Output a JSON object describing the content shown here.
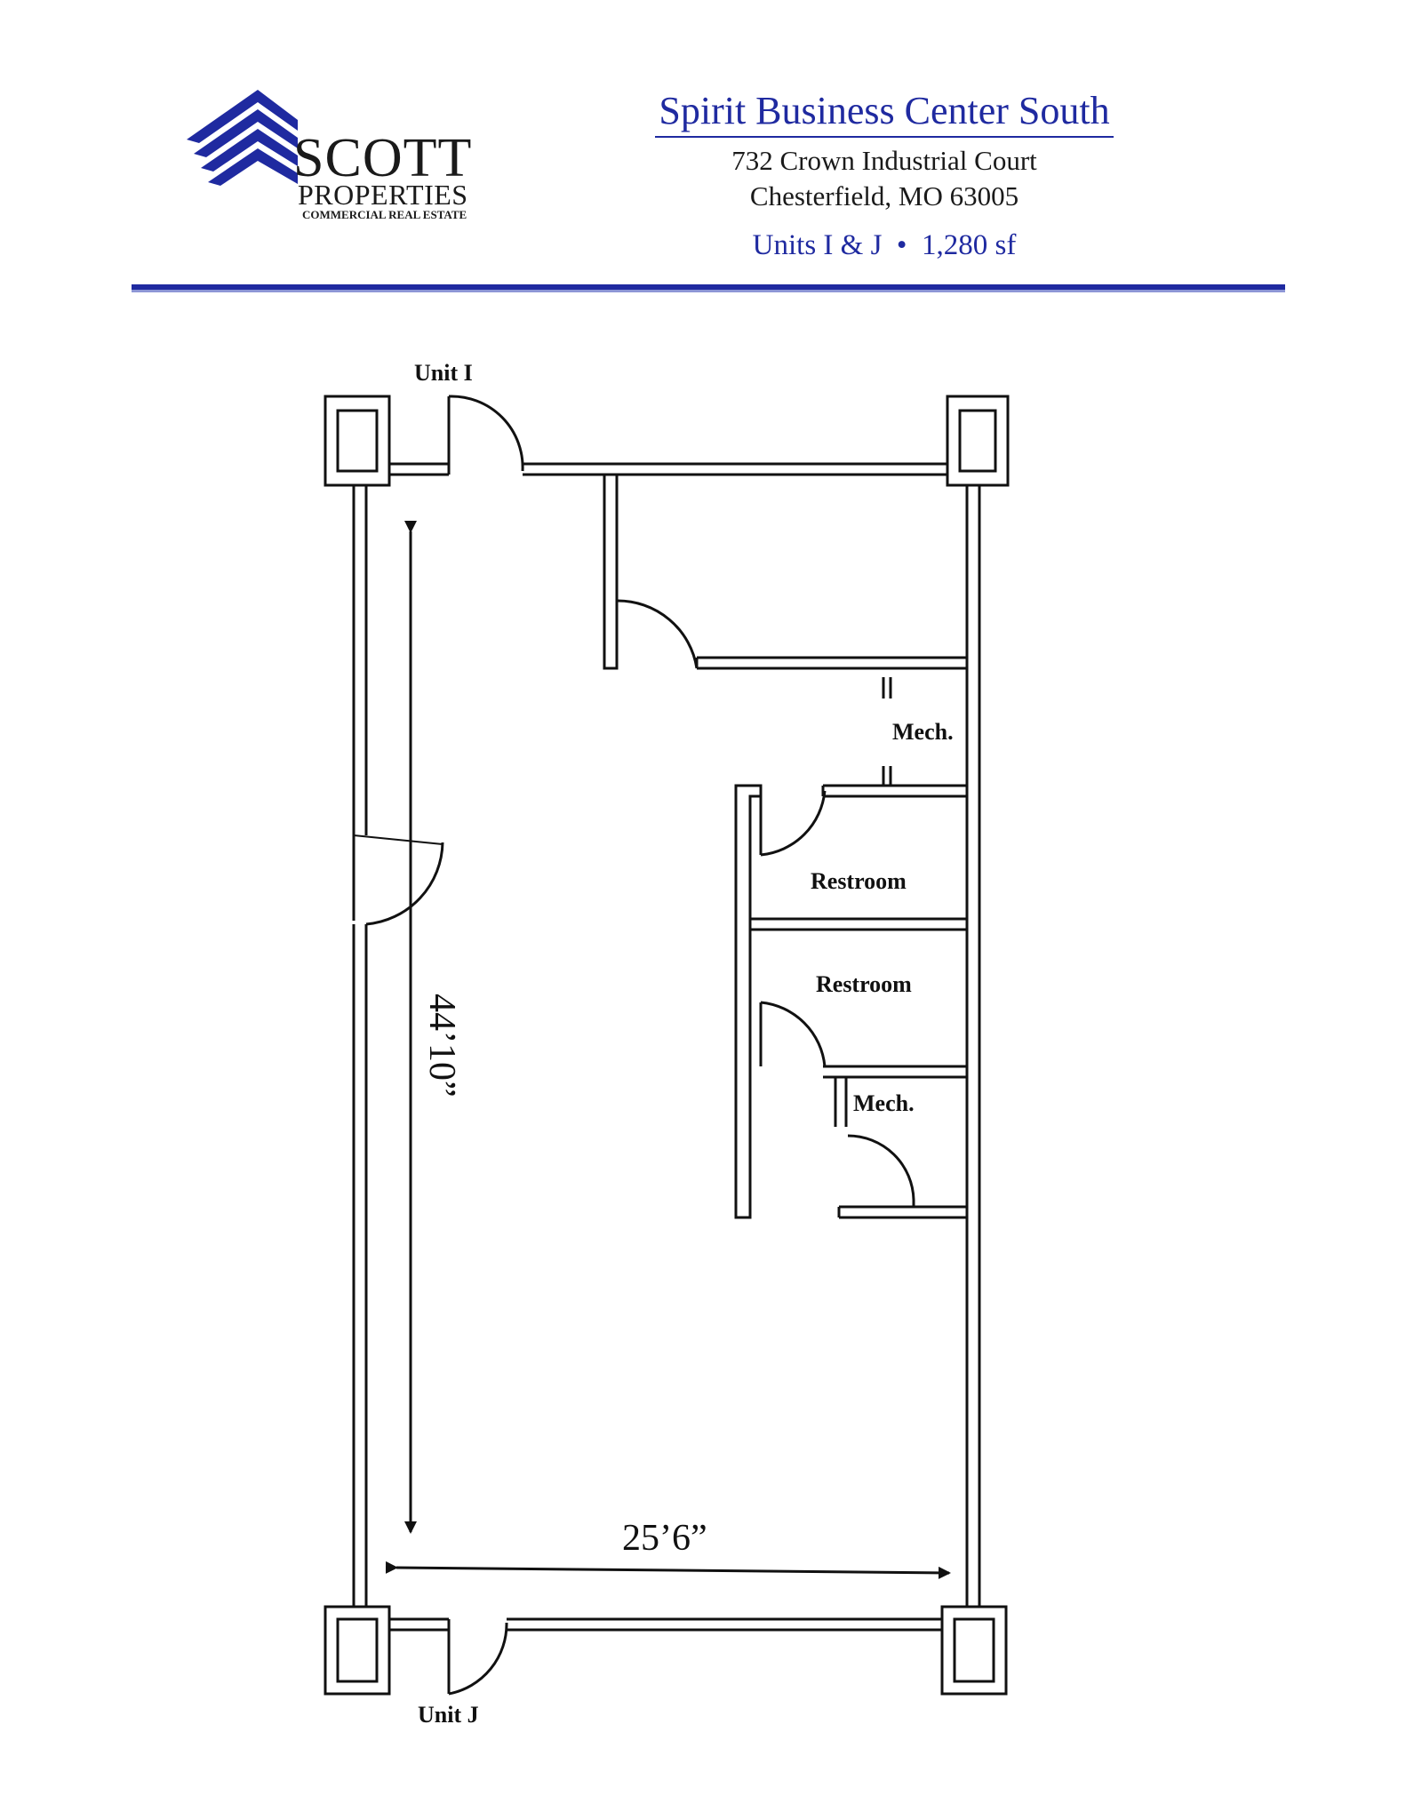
{
  "header": {
    "title": "Spirit Business Center South",
    "address_line1": "732 Crown Industrial Court",
    "address_line2": "Chesterfield, MO 63005",
    "units": "Units I & J  •  1,280 sf"
  },
  "logo": {
    "name": "SCOTT",
    "sub": "PROPERTIES",
    "tagline": "COMMERCIAL REAL ESTATE",
    "color": "#1f2aa0"
  },
  "plan": {
    "unit_i": "Unit I",
    "unit_j": "Unit J",
    "mech_1": "Mech.",
    "mech_2": "Mech.",
    "restroom_1": "Restroom",
    "restroom_2": "Restroom",
    "depth": "44’10”",
    "width": "25’6”"
  },
  "colors": {
    "accent": "#1f2aa0",
    "ink": "#111111"
  }
}
